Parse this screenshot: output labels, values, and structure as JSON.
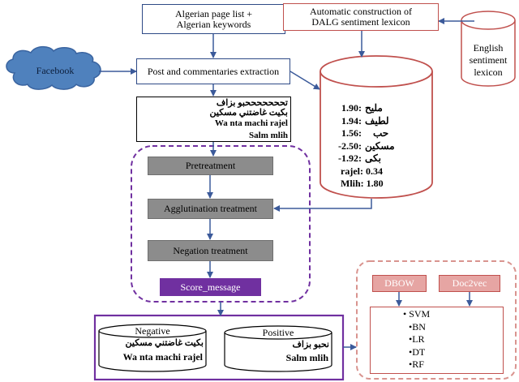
{
  "top_inputs": {
    "line1": "Algerian page list +",
    "line2": "Algerian keywords"
  },
  "dalg_construction": {
    "line1": "Automatic construction of",
    "line2": "DALG sentiment lexicon"
  },
  "english_lexicon": {
    "line1": "English",
    "line2": "sentiment",
    "line3": "lexicon"
  },
  "facebook": "Facebook",
  "post_extraction": "Post and commentaries extraction",
  "sample_comments": [
    "تحححححححبو بزاف",
    "بكيت غاضتني مسكين",
    "Wa nta machi rajel",
    "Salm mlih"
  ],
  "lexicon_entries": [
    {
      "word": "مليح",
      "score": "1.90"
    },
    {
      "word": "لطيف",
      "score": "1.94"
    },
    {
      "word": "حب",
      "score": "1.56"
    },
    {
      "word": "مسكين",
      "score": "-2.50"
    },
    {
      "word": "بكى",
      "score": "-1.92"
    },
    {
      "word": "rajel",
      "score": "0.34"
    },
    {
      "word": "Mlih",
      "score": "1.80"
    }
  ],
  "steps": {
    "pretreatment": "Pretreatment",
    "agglutination": "Agglutination treatment",
    "negation": "Negation treatment",
    "score": "Score_message"
  },
  "negative": {
    "title": "Negative",
    "line1": "بكيت غاضتني مسكين",
    "line2": "Wa nta machi rajel"
  },
  "positive": {
    "title": "Positive",
    "line1": "نحبو بزاف",
    "line2": "Salm mlih"
  },
  "features": {
    "dbow": "DBOW",
    "doc2vec": "Doc2vec"
  },
  "classifiers": [
    "SVM",
    "BN",
    "LR",
    "DT",
    "RF"
  ],
  "colors": {
    "blue_border": "#2e4a86",
    "red_border": "#c0504d",
    "purple": "#7030a0",
    "facebook_blue": "#4f81bd",
    "pink_fill": "#e6a5a3"
  }
}
